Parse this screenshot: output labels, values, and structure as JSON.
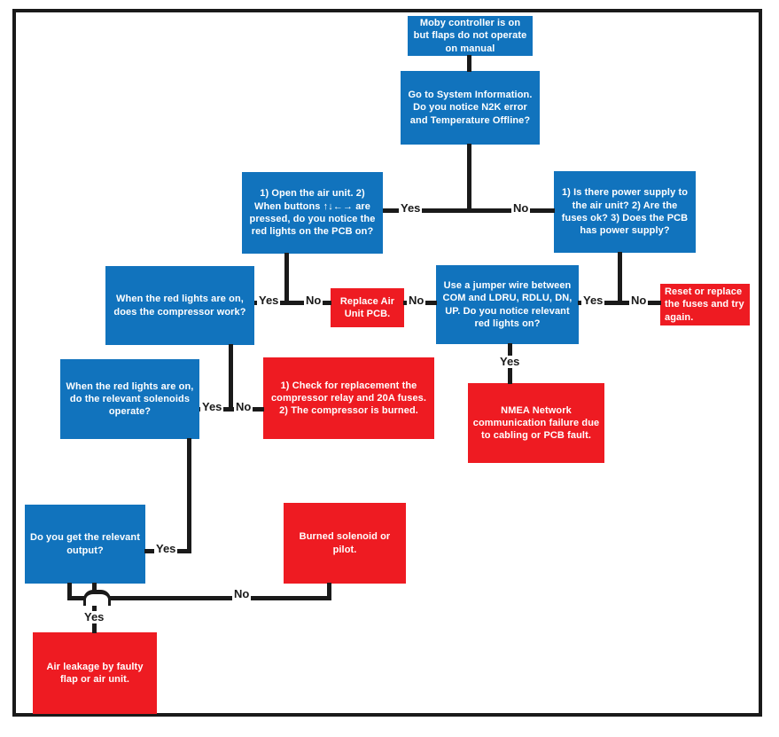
{
  "diagram": {
    "type": "flowchart",
    "colors": {
      "question_box_blue": "#1173BD",
      "action_box_red": "#EE1B22",
      "connector_black": "#1a1a1a"
    },
    "nodes": {
      "start": {
        "text": "Moby controller is on but flaps do not operate on manual"
      },
      "system_info": {
        "text": "Go to System Information. Do you notice N2K error and Temperature Offline?"
      },
      "open_air_unit": {
        "text": "1) Open the air unit. 2) When buttons ↑↓←→ are pressed, do you notice the red lights on the PCB on?"
      },
      "power_supply": {
        "text": "1) Is there power supply to the air unit? 2) Are the fuses ok? 3) Does the PCB has power supply?"
      },
      "compressor_work": {
        "text": "When the red lights are on, does the compressor work?"
      },
      "replace_pcb": {
        "text": "Replace Air Unit PCB."
      },
      "jumper_wire": {
        "text": "Use a jumper wire between COM and LDRU, RDLU, DN, UP. Do you notice relevant red lights on?"
      },
      "reset_fuses": {
        "text": "Reset or replace the fuses and try again."
      },
      "nmea_failure": {
        "text": "NMEA Network communication failure due to cabling or PCB fault."
      },
      "solenoids_operate": {
        "text": "When the red lights are on, do the relevant solenoids operate?"
      },
      "check_relay": {
        "text": "1) Check for replacement the compressor relay and 20A fuses. 2) The compressor is burned."
      },
      "relevant_output": {
        "text": "Do you get the relevant output?"
      },
      "burned_solenoid": {
        "text": "Burned solenoid or pilot."
      },
      "air_leakage": {
        "text": "Air leakage by faulty flap or air unit."
      }
    },
    "labels": {
      "yes": "Yes",
      "no": "No"
    }
  }
}
